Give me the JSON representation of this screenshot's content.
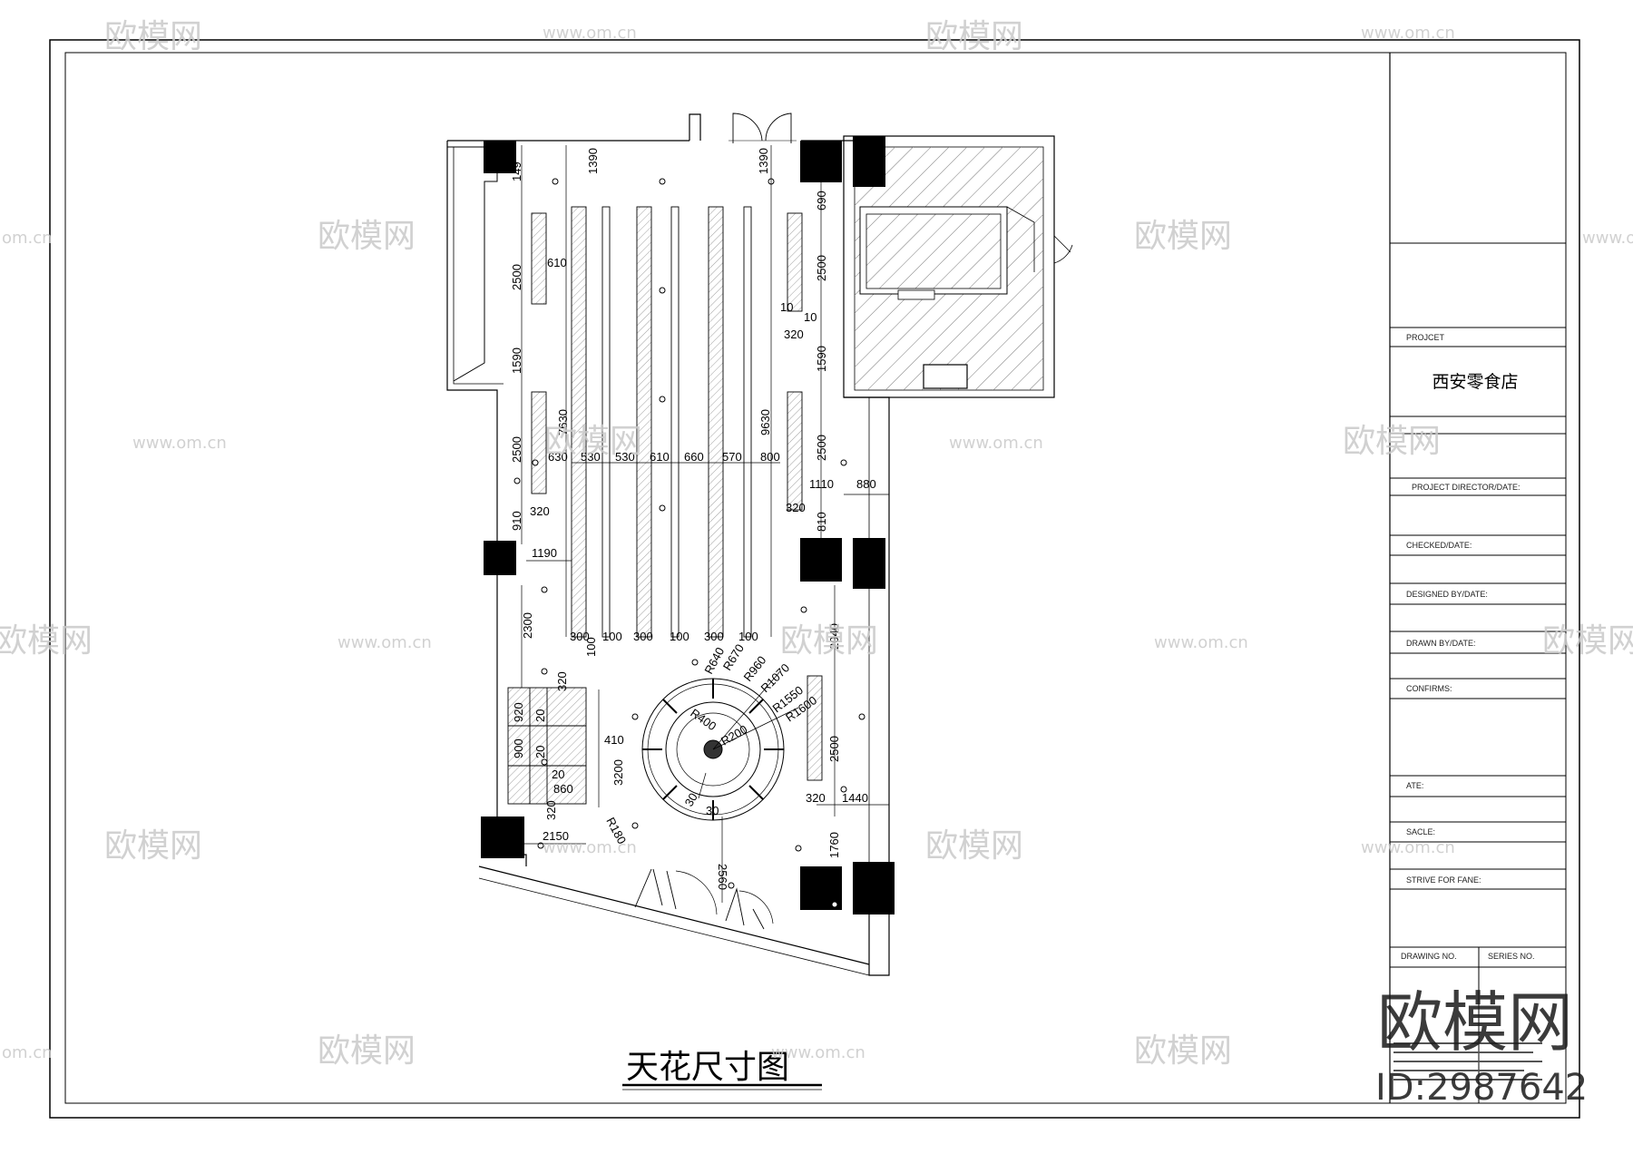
{
  "drawing": {
    "title": "天花尺寸图",
    "project_name": "西安零食店"
  },
  "title_block": {
    "project_label": "PROJCET",
    "project_director_label": "PROJECT DIRECTOR/DATE:",
    "checked_label": "CHECKED/DATE:",
    "designed_label": "DESIGNED BY/DATE:",
    "drawn_label": "DRAWN BY/DATE:",
    "confirms_label": "CONFIRMS:",
    "date_label": "ATE:",
    "scale_label": "SACLE:",
    "motto_label": "STRIVE FOR FANE:",
    "drawing_no_label": "DRAWING NO.",
    "series_no_label": "SERIES NO."
  },
  "watermark": {
    "brand": "欧模网",
    "url": "www.om.cn",
    "url_short": "om.cn",
    "id_text": "ID:2987642"
  },
  "dimensions": {
    "d1390a": "1390",
    "d1390b": "1390",
    "d149": "149",
    "d690": "690",
    "d2500a": "2500",
    "d610a": "610",
    "d2500b": "2500",
    "d10a": "10",
    "d10b": "10",
    "d320a": "320",
    "d1590a": "1590",
    "d1590b": "1590",
    "d7630a": "7630",
    "d9630": "9630",
    "d2500c": "2500",
    "d630": "630",
    "d530a": "530",
    "d530b": "530",
    "d610b": "610",
    "d660": "660",
    "d570": "570",
    "d800": "800",
    "d2500d": "2500",
    "d1110": "1110",
    "d880": "880",
    "d910": "910",
    "d320b": "320",
    "d320c": "320",
    "d810": "810",
    "d1190": "1190",
    "d2300": "2300",
    "d300a": "300",
    "d100a": "100",
    "d300b": "300",
    "d100b": "100",
    "d300c": "300",
    "d100c": "100",
    "d100d": "100",
    "d2040": "2040",
    "r640": "R640",
    "r670": "R670",
    "r960": "R960",
    "r1070": "R1070",
    "r1550": "R1550",
    "r1600": "R1600",
    "r400": "R400",
    "r200": "R200",
    "d920": "920",
    "d20a": "20",
    "d320d": "320",
    "d900": "900",
    "d20b": "20",
    "d410": "410",
    "d3200": "3200",
    "d2500e": "2500",
    "d20c": "20",
    "d860": "860",
    "d320e": "320",
    "d1440": "1440",
    "d320f": "320",
    "d30a": "30",
    "d30b": "30",
    "d1760": "1760",
    "d2150": "2150",
    "r180": "R180",
    "d2560": "2560"
  }
}
